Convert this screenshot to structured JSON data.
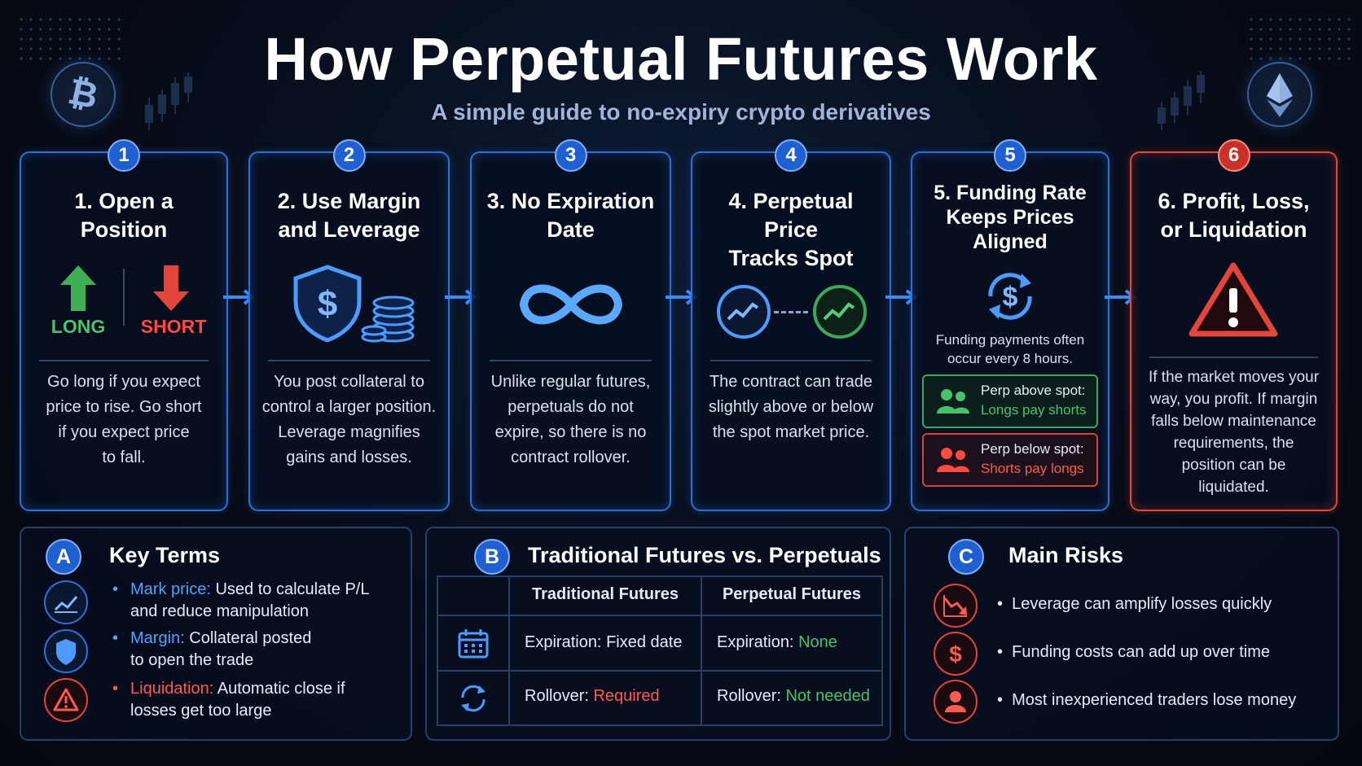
{
  "header": {
    "title": "How Perpetual Futures Work",
    "subtitle": "A simple guide to no-expiry crypto derivatives",
    "left_icon": "bitcoin-icon",
    "right_icon": "ethereum-icon"
  },
  "colors": {
    "accent_blue": "#2f6fd6",
    "red": "#e2453a",
    "green": "#3da65a"
  },
  "steps": [
    {
      "number": "1",
      "title_lines": [
        "1. Open a",
        "Position"
      ],
      "long_label": "LONG",
      "short_label": "SHORT",
      "body": [
        "Go long if you expect",
        "price to rise. Go short",
        "if you expect price",
        "to fall."
      ]
    },
    {
      "number": "2",
      "title_lines": [
        "2. Use Margin",
        "and Leverage"
      ],
      "body": [
        "You post collateral to",
        "control a larger position.",
        "Leverage magnifies",
        "gains and losses."
      ]
    },
    {
      "number": "3",
      "title_lines": [
        "3. No Expiration",
        "Date"
      ],
      "body": [
        "Unlike regular futures,",
        "perpetuals do not",
        "expire, so there is no",
        "contract rollover."
      ]
    },
    {
      "number": "4",
      "title_lines": [
        "4. Perpetual Price",
        "Tracks Spot"
      ],
      "body": [
        "The contract can trade",
        "slightly above or below",
        "the spot market price."
      ]
    },
    {
      "number": "5",
      "title_lines": [
        "5. Funding Rate",
        "Keeps Prices",
        "Aligned"
      ],
      "note": [
        "Funding payments often",
        "occur every 8 hours."
      ],
      "above_label": "Perp above spot:",
      "above_value": "Longs pay shorts",
      "below_label": "Perp below spot:",
      "below_value": "Shorts pay longs"
    },
    {
      "number": "6",
      "title_lines": [
        "6. Profit, Loss,",
        "or Liquidation"
      ],
      "body": [
        "If the market moves your",
        "way, you profit. If margin",
        "falls below maintenance",
        "requirements, the",
        "position can be",
        "liquidated."
      ]
    }
  ],
  "key_terms": {
    "badge": "A",
    "title": "Key Terms",
    "items": [
      {
        "term": "Mark price:",
        "desc1": "Used to calculate P/L",
        "desc2": "and reduce manipulation",
        "icon": "chart-icon"
      },
      {
        "term": "Margin:",
        "desc1": "Collateral posted",
        "desc2": "to open the trade",
        "icon": "shield-icon"
      },
      {
        "term": "Liquidation:",
        "desc1": "Automatic close if",
        "desc2": "losses get too large",
        "icon": "warning-icon"
      }
    ]
  },
  "comparison": {
    "badge": "B",
    "title": "Traditional Futures vs. Perpetuals",
    "col1": "Traditional Futures",
    "col2": "Perpetual Futures",
    "rows": [
      {
        "icon": "calendar-icon",
        "c1_label": "Expiration:",
        "c1_value": "Fixed date",
        "c2_label": "Expiration:",
        "c2_value": "None"
      },
      {
        "icon": "refresh-icon",
        "c1_label": "Rollover:",
        "c1_value": "Required",
        "c2_label": "Rollover:",
        "c2_value": "Not needed"
      }
    ]
  },
  "risks": {
    "badge": "C",
    "title": "Main Risks",
    "items": [
      {
        "text": "Leverage can amplify losses quickly",
        "icon": "downtrend-icon"
      },
      {
        "text": "Funding costs can add up over time",
        "icon": "dollar-icon"
      },
      {
        "text": "Most inexperienced traders lose money",
        "icon": "user-icon"
      }
    ]
  }
}
